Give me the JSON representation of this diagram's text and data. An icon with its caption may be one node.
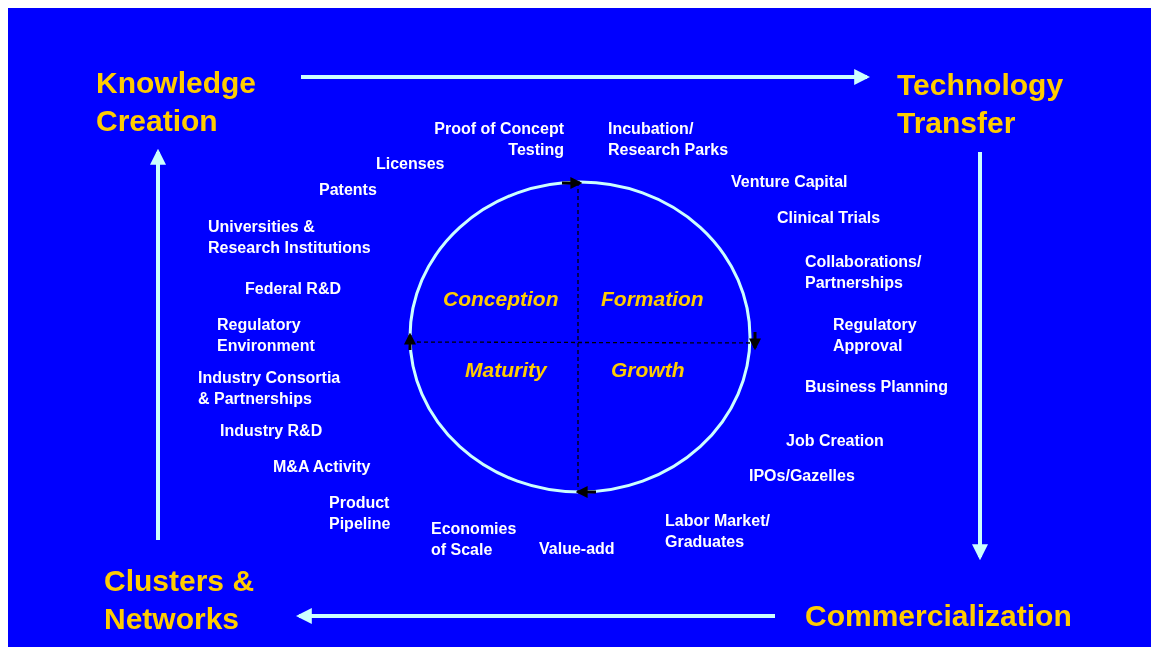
{
  "diagram": {
    "nodes": [
      {
        "text": [
          "Knowledge Creation"
        ]
      },
      {
        "text": [
          "Technology Transfer"
        ]
      },
      {
        "text": [
          "Commercialization"
        ]
      },
      {
        "text": [
          "Clusters & Networks"
        ]
      }
    ],
    "edges": [
      {
        "from": 0,
        "to": 1,
        "arrow": "to"
      },
      {
        "from": 1,
        "to": 2,
        "arrow": "to"
      },
      {
        "from": 2,
        "to": 3,
        "arrow": "to"
      },
      {
        "from": 3,
        "to": 0,
        "arrow": "to"
      }
    ],
    "labels": [
      "Proof of Concept Testing",
      "Incubation/ Research Parks",
      "Licenses",
      "Venture Capital",
      "Patents",
      "Clinical Trials",
      "Universities & Research Institutions",
      "Collaborations/ Partnerships",
      "Federal R&D",
      "Conception",
      "Formation",
      "Regulatory Environment",
      "Regulatory Approval",
      "Industry Consortia & Partnerships",
      "Maturity",
      "Growth",
      "Business Planning",
      "Industry R&D",
      "Job Creation",
      "M&A Activity",
      "IPOs/Gazelles",
      "Product Pipeline",
      "Economies of Scale",
      "Labor Market/ Graduates",
      "Value-add"
    ]
  }
}
